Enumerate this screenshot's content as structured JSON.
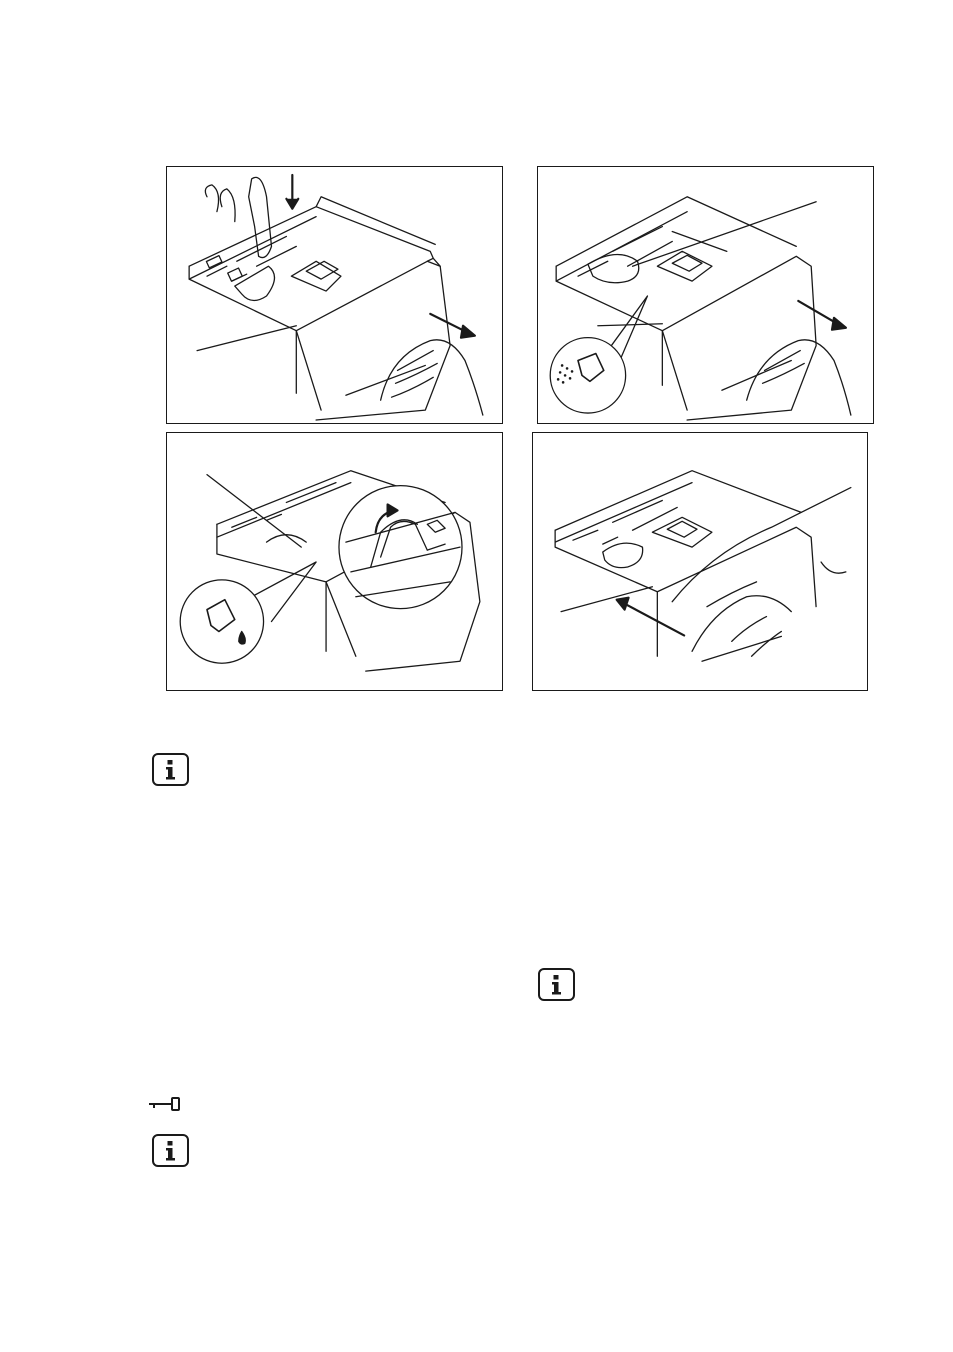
{
  "illustrations": [
    {
      "icon": "push-release-lever-and-pull-drawer"
    },
    {
      "icon": "powder-detergent-flap-position"
    },
    {
      "icon": "liquid-detergent-flap-position"
    },
    {
      "icon": "push-drawer-closed"
    }
  ],
  "notes": [
    {
      "icon": "info-icon"
    },
    {
      "icon": "info-icon"
    },
    {
      "icon": "info-icon"
    }
  ],
  "key_symbol": {
    "icon": "child-lock-key-icon"
  },
  "colors": {
    "line": "#1a1a1a",
    "background": "#ffffff"
  }
}
